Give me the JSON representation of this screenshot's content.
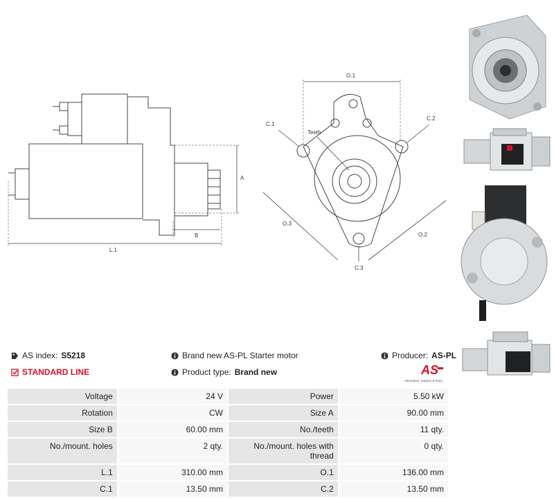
{
  "drawing": {
    "labels": {
      "A": "A",
      "B": "B",
      "L1": "L.1",
      "O1": "O.1",
      "O2": "O.2",
      "O3": "O.3",
      "C1": "C.1",
      "C2": "C.2",
      "C3": "C.3",
      "teeth": "Teeth"
    }
  },
  "info": {
    "as_index_label": "AS index:",
    "as_index_value": "S5218",
    "description": "Brand new AS-PL Starter motor",
    "producer_label": "Producer:",
    "producer_value": "AS-PL",
    "line": "STANDARD LINE",
    "product_type_label": "Product type:",
    "product_type_value": "Brand new",
    "logo_text": "AS",
    "logo_tagline": "Alternators, Starters & Parts",
    "icons": {
      "tag": "tag-icon",
      "check": "checkbox-icon",
      "info": "info-icon"
    },
    "colors": {
      "accent": "#d7102a"
    }
  },
  "specs": [
    [
      "Voltage",
      "24 V",
      "Power",
      "5.50 kW"
    ],
    [
      "Rotation",
      "CW",
      "Size A",
      "90.00 mm"
    ],
    [
      "Size B",
      "60.00 mm",
      "No./teeth",
      "11 qty."
    ],
    [
      "No./mount. holes",
      "2 qty.",
      "No./mount. holes with thread",
      "0 qty."
    ],
    [
      "L.1",
      "310.00 mm",
      "O.1",
      "136.00 mm"
    ],
    [
      "C.1",
      "13.50 mm",
      "C.2",
      "13.50 mm"
    ]
  ]
}
